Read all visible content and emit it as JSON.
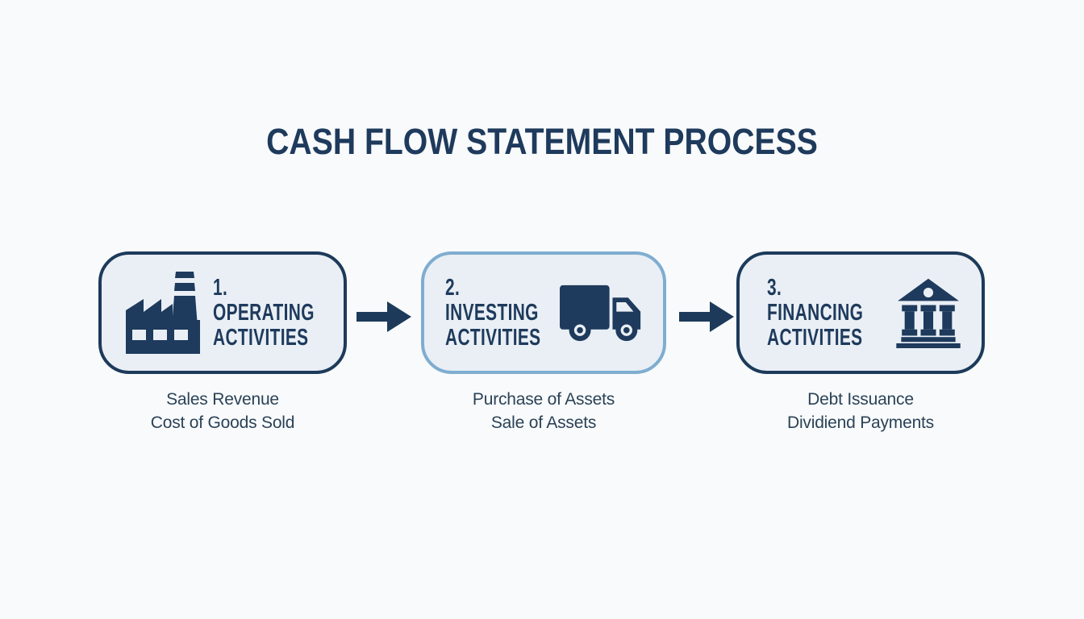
{
  "title": "CASH FLOW STATEMENT PROCESS",
  "colors": {
    "navy": "#1e3a5c",
    "box_fill": "#e9eff5",
    "box_border_dark": "#1d3a5a",
    "box_border_light": "#7fadd0",
    "detail_text": "#2b4257",
    "background": "#f8fafb"
  },
  "steps": [
    {
      "number": "1.",
      "title_line1": "OPERATING",
      "title_line2": "ACTIVITIES",
      "icon": "factory-icon",
      "details": [
        "Sales Revenue",
        "Cost of Goods Sold"
      ]
    },
    {
      "number": "2.",
      "title_line1": "INVESTING",
      "title_line2": "ACTIVITIES",
      "icon": "truck-icon",
      "details": [
        "Purchase of Assets",
        "Sale of Assets"
      ]
    },
    {
      "number": "3.",
      "title_line1": "FINANCING",
      "title_line2": "ACTIVITIES",
      "icon": "bank-icon",
      "details": [
        "Debt Issuance",
        "Dividiend Payments"
      ]
    }
  ]
}
